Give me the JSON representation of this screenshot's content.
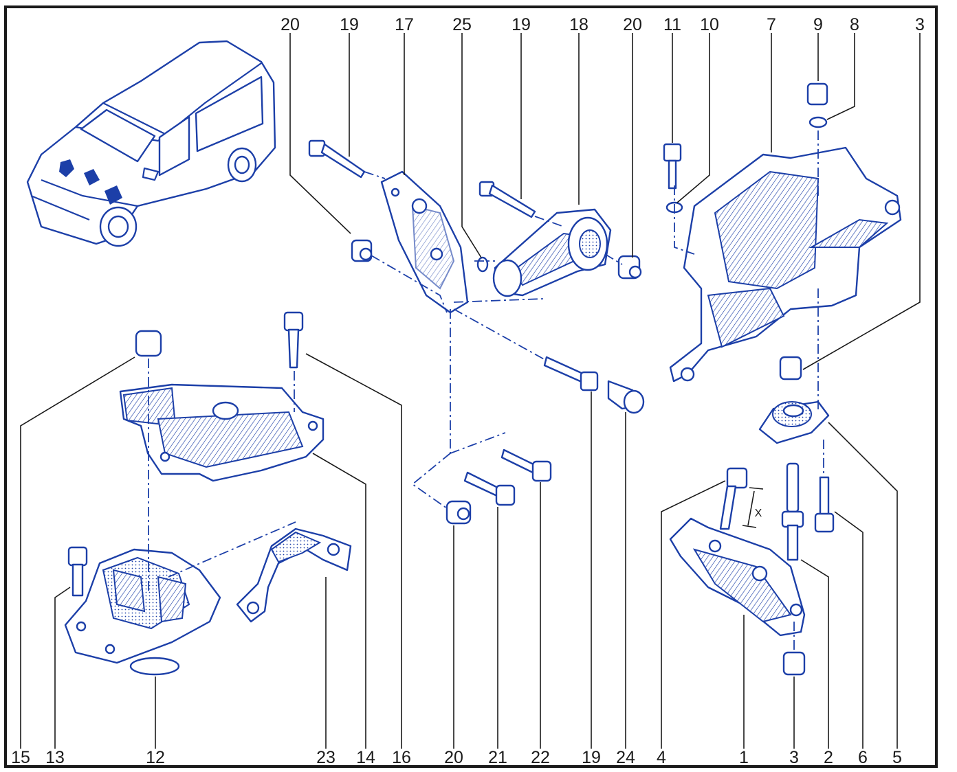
{
  "callouts_top": [
    "20",
    "19",
    "17",
    "25",
    "19",
    "18",
    "20",
    "11",
    "10",
    "7",
    "9",
    "8",
    "3"
  ],
  "callouts_bottom": [
    "15",
    "13",
    "12",
    "23",
    "14",
    "16",
    "20",
    "21",
    "22",
    "19",
    "24",
    "4",
    "1",
    "3",
    "2",
    "6",
    "5"
  ],
  "dimension_label": "X",
  "colors": {
    "line_art": "#1c3fa8",
    "text": "#1a1a1a",
    "frame": "#1a1a1a"
  },
  "icons": [
    "vehicle-illustration",
    "engine-mount-part-icon",
    "bolt-icon",
    "nut-icon",
    "washer-icon"
  ]
}
